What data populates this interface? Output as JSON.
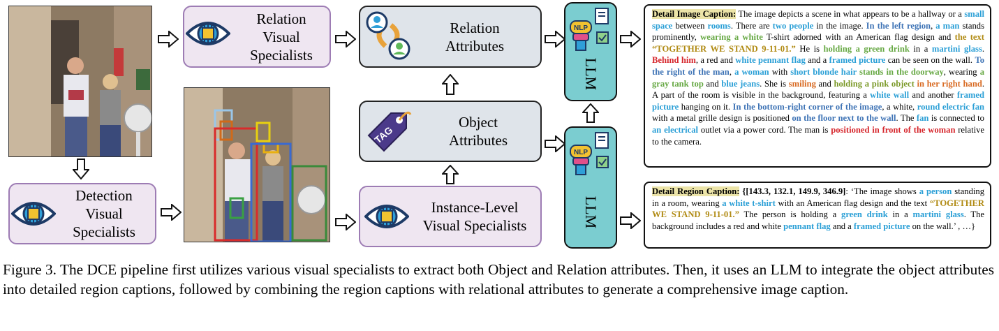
{
  "boxes": {
    "relation_specialists": [
      "Relation",
      "Visual Specialists"
    ],
    "detection_specialists": [
      "Detection",
      "Visual Specialists"
    ],
    "relation_attributes": [
      "Relation",
      "Attributes"
    ],
    "object_attributes": [
      "Object",
      "Attributes"
    ],
    "instance_specialists": [
      "Instance-Level",
      "Visual Specialists"
    ],
    "llm_top": "LLM",
    "llm_bottom": "LLM"
  },
  "icons": {
    "eye": "eye-chip-icon",
    "relation": "people-network-icon",
    "tag": "tag-icon",
    "tag_text": "TAG",
    "robot": "robot-nlp-icon",
    "robot_text": "NLP",
    "document": "document-check-icon"
  },
  "image_caption": {
    "label": "Detail Image Caption:",
    "segments": [
      {
        "t": " The image depicts a scene in what appears to be a hallway or a ",
        "c": ""
      },
      {
        "t": "small space",
        "c": "c-blue"
      },
      {
        "t": " between ",
        "c": ""
      },
      {
        "t": "rooms",
        "c": "c-blue"
      },
      {
        "t": ". There are ",
        "c": ""
      },
      {
        "t": "two people",
        "c": "c-blue"
      },
      {
        "t": " in the image. ",
        "c": ""
      },
      {
        "t": "In the left region",
        "c": "c-navy"
      },
      {
        "t": ", ",
        "c": ""
      },
      {
        "t": "a man",
        "c": "c-blue"
      },
      {
        "t": " stands prominently, ",
        "c": ""
      },
      {
        "t": "wearing a white",
        "c": "c-green"
      },
      {
        "t": " T-shirt adorned with an American flag design and ",
        "c": ""
      },
      {
        "t": "the text “TOGETHER WE STAND 9-11-01.”",
        "c": "c-gold"
      },
      {
        "t": " He is ",
        "c": ""
      },
      {
        "t": "holding a green drink",
        "c": "c-green"
      },
      {
        "t": " in a ",
        "c": ""
      },
      {
        "t": "martini glass",
        "c": "c-blue"
      },
      {
        "t": ". ",
        "c": ""
      },
      {
        "t": "Behind him",
        "c": "c-red"
      },
      {
        "t": ", a red and ",
        "c": ""
      },
      {
        "t": "white pennant flag",
        "c": "c-blue"
      },
      {
        "t": " and a ",
        "c": ""
      },
      {
        "t": "framed picture",
        "c": "c-blue"
      },
      {
        "t": " can be seen on the wall. ",
        "c": ""
      },
      {
        "t": "To the right of the man",
        "c": "c-navy"
      },
      {
        "t": ", ",
        "c": ""
      },
      {
        "t": "a woman",
        "c": "c-blue"
      },
      {
        "t": " with ",
        "c": ""
      },
      {
        "t": "short blonde hair",
        "c": "c-blue"
      },
      {
        "t": " stands in the doorway",
        "c": "c-green"
      },
      {
        "t": ", wearing ",
        "c": ""
      },
      {
        "t": "a gray tank top",
        "c": "c-green"
      },
      {
        "t": " and ",
        "c": ""
      },
      {
        "t": "blue jeans",
        "c": "c-blue"
      },
      {
        "t": ". She is ",
        "c": ""
      },
      {
        "t": "smiling",
        "c": "c-orange"
      },
      {
        "t": " and ",
        "c": ""
      },
      {
        "t": "holding a pink object",
        "c": "c-ogreen"
      },
      {
        "t": " in her right hand",
        "c": "c-orange"
      },
      {
        "t": ". A part of the room is visible in the background, featuring a ",
        "c": ""
      },
      {
        "t": "white wall",
        "c": "c-blue"
      },
      {
        "t": " and another ",
        "c": ""
      },
      {
        "t": "framed picture",
        "c": "c-blue"
      },
      {
        "t": " hanging on it. ",
        "c": ""
      },
      {
        "t": "In the bottom-right corner of the image",
        "c": "c-navy"
      },
      {
        "t": ", a white, ",
        "c": ""
      },
      {
        "t": "round electric fan",
        "c": "c-blue"
      },
      {
        "t": " with a metal grille design is positioned ",
        "c": ""
      },
      {
        "t": "on the floor next to the wall",
        "c": "c-navy"
      },
      {
        "t": ". The ",
        "c": ""
      },
      {
        "t": "fan",
        "c": "c-blue"
      },
      {
        "t": " is connected to ",
        "c": ""
      },
      {
        "t": "an electrical",
        "c": "c-blue"
      },
      {
        "t": " outlet via a power cord. The man is ",
        "c": ""
      },
      {
        "t": "positioned in front of the woman",
        "c": "c-red"
      },
      {
        "t": " relative to the camera.",
        "c": ""
      }
    ]
  },
  "region_caption": {
    "label": "Detail Region Caption:",
    "segments": [
      {
        "t": " {[143.3, 132.1, 149.9, 346.9]",
        "c": "bold"
      },
      {
        "t": ": ‘The image shows ",
        "c": ""
      },
      {
        "t": "a person",
        "c": "c-blue"
      },
      {
        "t": " standing in a room, wearing ",
        "c": ""
      },
      {
        "t": "a white t-shirt",
        "c": "c-blue"
      },
      {
        "t": " with an American flag design and the text ",
        "c": ""
      },
      {
        "t": "“TOGETHER WE STAND 9-11-01.”",
        "c": "c-gold"
      },
      {
        "t": " The person is holding a ",
        "c": ""
      },
      {
        "t": "green drink",
        "c": "c-blue"
      },
      {
        "t": " in a ",
        "c": ""
      },
      {
        "t": "martini glass",
        "c": "c-blue"
      },
      {
        "t": ". The background includes a red and white ",
        "c": ""
      },
      {
        "t": "pennant flag",
        "c": "c-blue"
      },
      {
        "t": " and a ",
        "c": ""
      },
      {
        "t": "framed picture",
        "c": "c-blue"
      },
      {
        "t": " on the wall.’ , …}",
        "c": ""
      }
    ]
  },
  "figure_caption": "Figure 3. The DCE pipeline first utilizes various visual specialists to extract both Object and Relation attributes. Then, it uses an LLM to integrate the object attributes into detailed region captions, followed by combining the region captions with relational attributes to generate a comprehensive image caption.",
  "colors": {
    "purple_fill": "#efe6f1",
    "purple_border": "#9d7cb4",
    "gray_fill": "#dfe4ea",
    "teal_fill": "#7bcdd0",
    "highlight": "#ece4a8"
  }
}
